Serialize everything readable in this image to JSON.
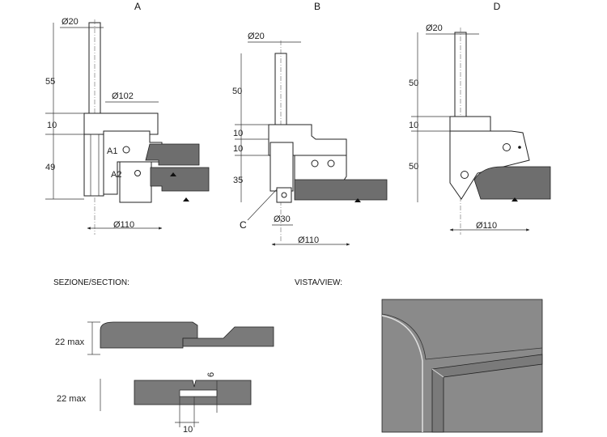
{
  "views": {
    "a": {
      "title": "A",
      "dia_shank": "Ø20",
      "dia_body": "Ø102",
      "dia_bottom": "Ø110",
      "h_shank": "55",
      "h_mid": "10",
      "h_cut": "49",
      "label_a1": "A1",
      "label_a2": "A2"
    },
    "b": {
      "title": "B",
      "dia_shank": "Ø20",
      "dia_inner": "Ø30",
      "dia_bottom": "Ø110",
      "h_shank": "50",
      "h_top": "10",
      "h_gap": "10",
      "h_cut": "35",
      "label_c": "C"
    },
    "d": {
      "title": "D",
      "dia_shank": "Ø20",
      "dia_bottom": "Ø110",
      "h_shank": "50",
      "h_mid": "10",
      "h_cut": "50"
    }
  },
  "section": {
    "title": "SEZIONE/SECTION:",
    "thickness_top": "22 max",
    "thickness_bottom": "22 max",
    "groove_depth": "6",
    "groove_width": "10"
  },
  "view": {
    "title": "VISTA/VIEW:"
  },
  "colors": {
    "wood": "#6e6e6e",
    "panel": "#8a8a8a",
    "line": "#222222"
  }
}
